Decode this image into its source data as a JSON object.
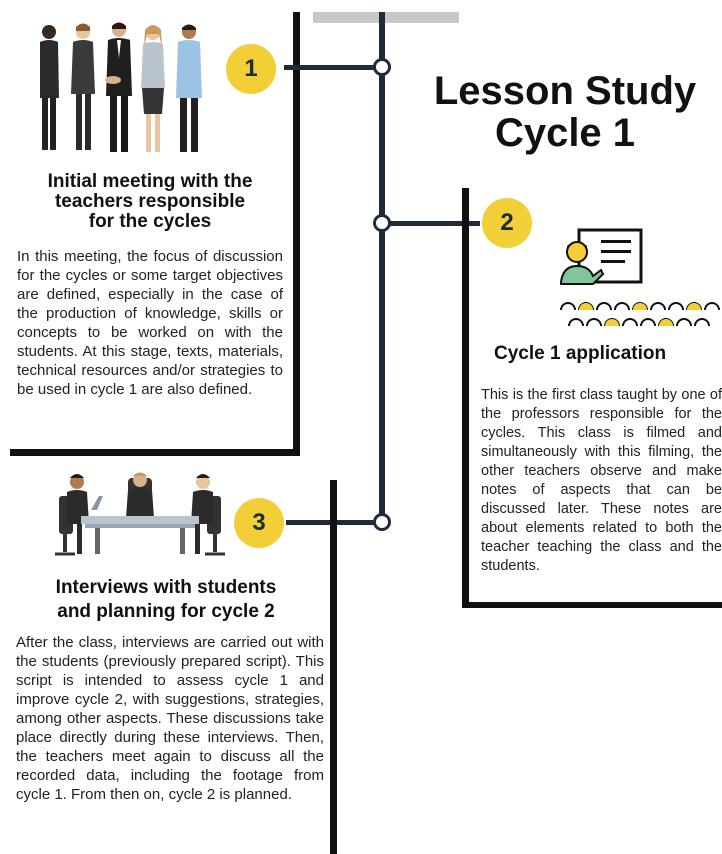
{
  "title": {
    "line1": "Lesson Study",
    "line2": "Cycle 1"
  },
  "steps": [
    {
      "number": "1",
      "icon": "business-people-icon",
      "heading_lines": [
        "Initial meeting with the",
        "teachers responsible",
        "for the cycles"
      ],
      "body": "In this meeting, the focus of discussion for the cycles or some target objectives are defined, especially in the case of the production of knowledge, skills or concepts to be worked on with the students. At this stage, texts, materials, technical resources and/or strategies to be used in cycle 1 are also defined."
    },
    {
      "number": "2",
      "icon": "teacher-classroom-icon",
      "heading": "Cycle 1 application",
      "body": "This is the first class taught by one of the professors responsible for the cycles. This class is filmed and simultaneously with this filming, the other teachers observe and make notes of aspects that can be discussed later. These notes are about elements related to both the teacher teaching the class and the students."
    },
    {
      "number": "3",
      "icon": "meeting-table-icon",
      "heading_lines": [
        "Interviews with students",
        "and planning for cycle 2"
      ],
      "body": "After the class, interviews are carried out with the students (previously prepared script). This script is intended to assess cycle 1 and improve cycle 2, with suggestions, strategies, among other aspects. These discussions take place directly during these interviews. Then, the teachers meet again to discuss all the recorded data, including the footage from cycle 1. From then on, cycle 2 is planned."
    }
  ],
  "colors": {
    "accent": "#f2cf37",
    "line": "#1f2a3a",
    "bar": "#c8c8c8"
  }
}
